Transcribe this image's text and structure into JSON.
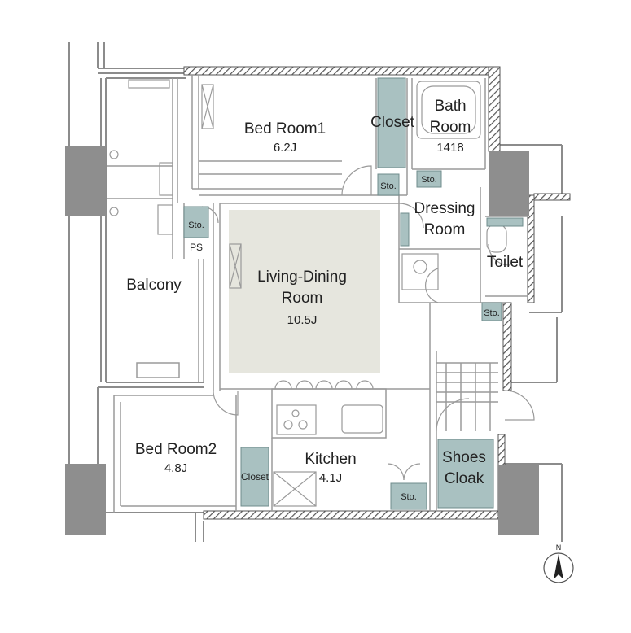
{
  "colors": {
    "wall": "#8c8c8c",
    "thin_line": "#9a9a9a",
    "pillar": "#8e8e8e",
    "living_fill": "#e6e6de",
    "storage_fill": "#a9c1c1",
    "hatch": "#555555"
  },
  "rooms": {
    "bedroom1": {
      "name": "Bed Room1",
      "size": "6.2J"
    },
    "closet1": {
      "name": "Closet"
    },
    "bath": {
      "name_line1": "Bath",
      "name_line2": "Room",
      "size": "1418"
    },
    "dressing": {
      "name_line1": "Dressing",
      "name_line2": "Room"
    },
    "toilet": {
      "name": "Toilet"
    },
    "living": {
      "name_line1": "Living-Dining",
      "name_line2": "Room",
      "size": "10.5J"
    },
    "balcony": {
      "name": "Balcony"
    },
    "bedroom2": {
      "name": "Bed Room2",
      "size": "4.8J"
    },
    "closet2": {
      "name": "Closet"
    },
    "kitchen": {
      "name": "Kitchen",
      "size": "4.1J"
    },
    "shoes": {
      "name_line1": "Shoes",
      "name_line2": "Cloak"
    }
  },
  "storage": {
    "sto_label": "Sto.",
    "ps_label": "PS"
  },
  "compass": {
    "label": "N",
    "icon": "north-arrow-icon"
  }
}
